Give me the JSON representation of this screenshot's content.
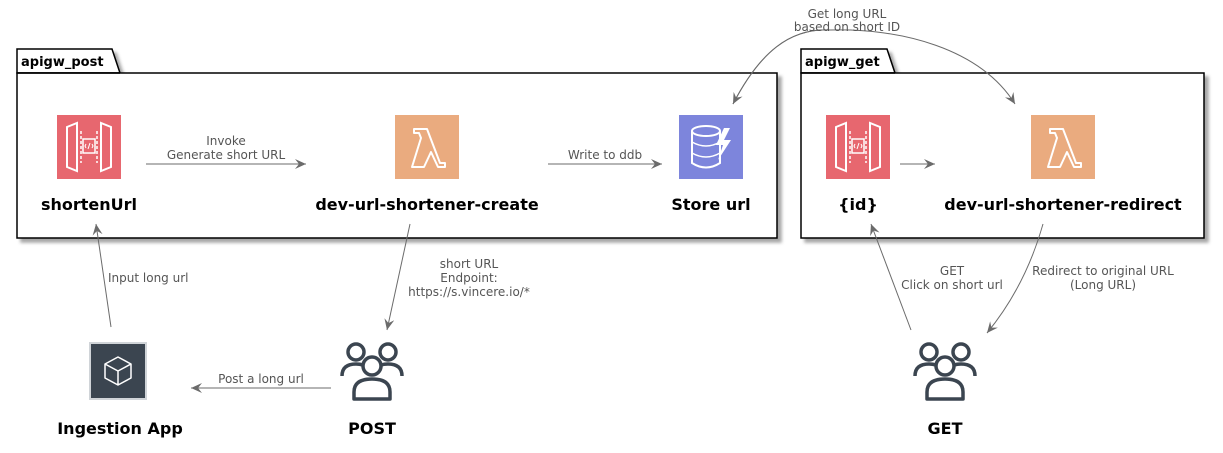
{
  "packages": {
    "post": "apigw_post",
    "get": "apigw_get"
  },
  "nodes": {
    "shorten_url": "shortenUrl",
    "create_lambda": "dev-url-shortener-create",
    "store_url": "Store url",
    "id_resource": "{id}",
    "redirect_lambda": "dev-url-shortener-redirect",
    "ingestion_app": "Ingestion App",
    "post_users": "POST",
    "get_users": "GET"
  },
  "edges": {
    "invoke_line1": "Invoke",
    "invoke_line2": "Generate short URL",
    "write_ddb": "Write to ddb",
    "get_long_line1": "Get long URL",
    "get_long_line2": "based on short ID",
    "input_long": "Input long url",
    "short_url_line1": "short URL",
    "short_url_line2": "Endpoint:",
    "short_url_line3": "https://s.vincere.io/*",
    "post_long": "Post a long url",
    "get_line1": "GET",
    "get_line2": "Click on short url",
    "redirect_line1": "Redirect to original URL",
    "redirect_line2": "(Long URL)"
  },
  "colors": {
    "apigw": "#e7676f",
    "lambda": "#eaab7f",
    "dynamodb": "#7d85dc",
    "app": "#3b4550",
    "users": "#3b4550",
    "edge": "#6b6b6b"
  },
  "icons": {
    "apigw": "api-gateway-icon",
    "lambda": "lambda-icon",
    "dynamodb": "dynamodb-icon",
    "app": "cube-icon",
    "users": "users-icon"
  }
}
